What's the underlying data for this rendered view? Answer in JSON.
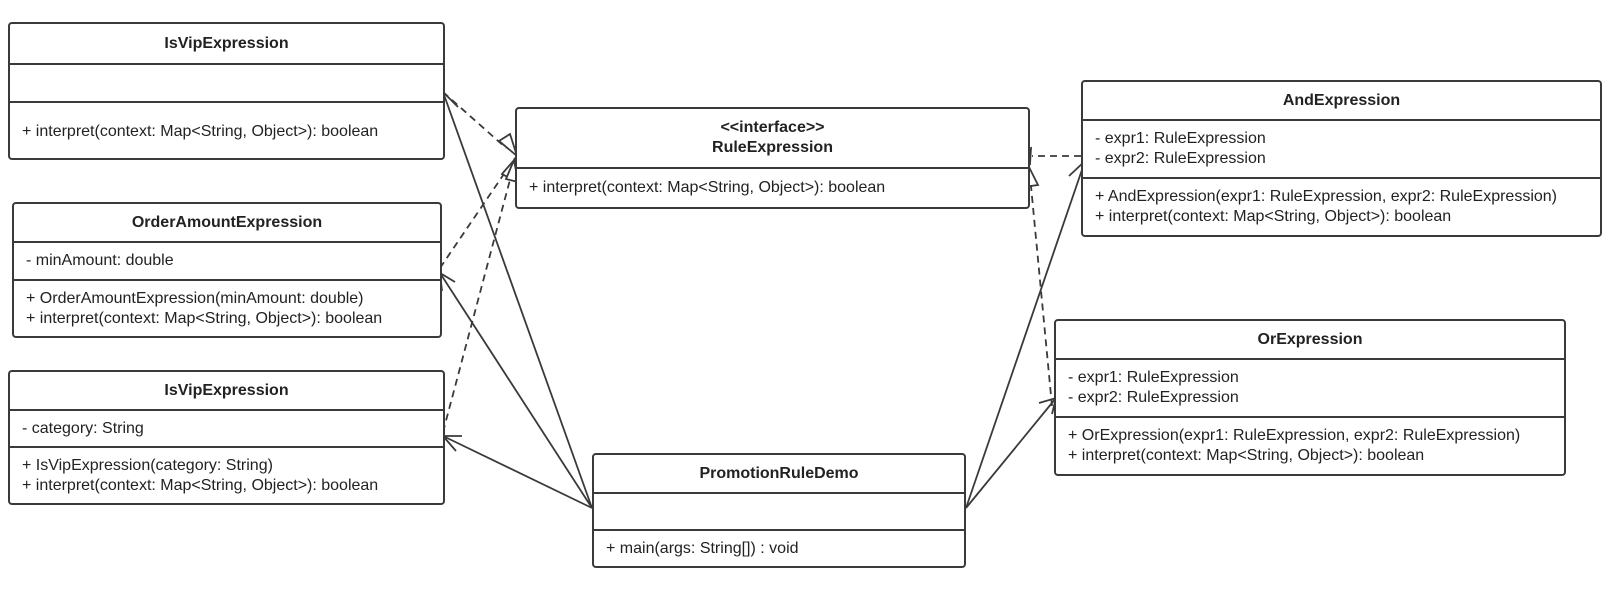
{
  "diagram": {
    "classes": {
      "isvip_top": {
        "name": "IsVipExpression",
        "attributes": [],
        "methods": [
          "+ interpret(context: Map<String, Object>): boolean"
        ]
      },
      "order_amount": {
        "name": "OrderAmountExpression",
        "attributes": [
          "- minAmount: double"
        ],
        "methods": [
          "+ OrderAmountExpression(minAmount: double)",
          "+ interpret(context: Map<String, Object>): boolean"
        ]
      },
      "isvip_bottom": {
        "name": "IsVipExpression",
        "attributes": [
          "- category: String"
        ],
        "methods": [
          "+ IsVipExpression(category: String)",
          "+ interpret(context: Map<String, Object>): boolean"
        ]
      },
      "rule_expression": {
        "stereotype": "<<interface>>",
        "name": "RuleExpression",
        "methods": [
          "+ interpret(context: Map<String, Object>): boolean"
        ]
      },
      "and_expression": {
        "name": "AndExpression",
        "attributes": [
          "- expr1: RuleExpression",
          "- expr2: RuleExpression"
        ],
        "methods": [
          "+ AndExpression(expr1: RuleExpression, expr2: RuleExpression)",
          "+ interpret(context: Map<String, Object>): boolean"
        ]
      },
      "or_expression": {
        "name": "OrExpression",
        "attributes": [
          "- expr1: RuleExpression",
          "- expr2: RuleExpression"
        ],
        "methods": [
          "+ OrExpression(expr1: RuleExpression, expr2: RuleExpression)",
          "+ interpret(context: Map<String, Object>): boolean"
        ]
      },
      "promotion_demo": {
        "name": "PromotionRuleDemo",
        "attributes": [],
        "methods": [
          "+ main(args: String[]) : void"
        ]
      }
    }
  },
  "colors": {
    "stroke": "#3a3a3a",
    "background": "#ffffff"
  }
}
